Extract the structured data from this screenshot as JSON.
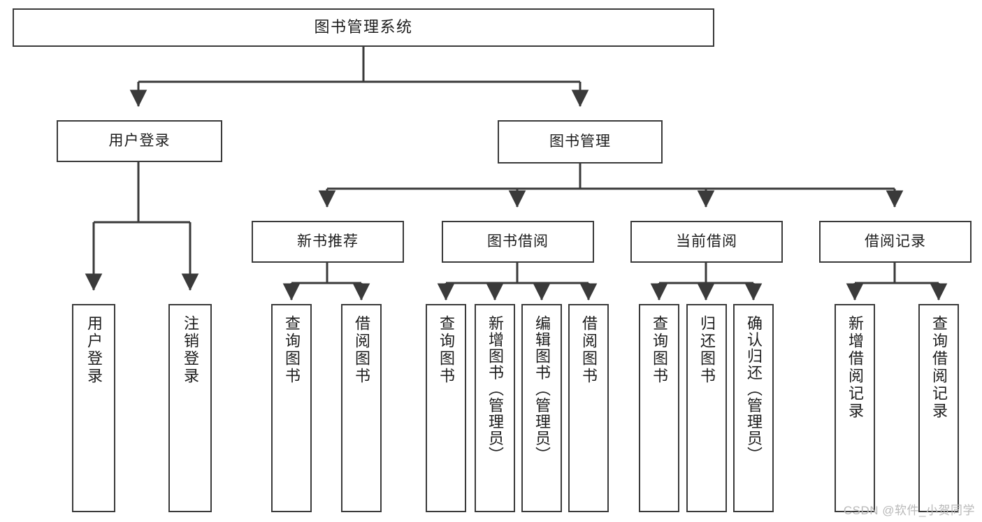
{
  "diagram": {
    "title": "图书管理系统",
    "type": "tree",
    "root": {
      "id": "root",
      "label": "图书管理系统"
    },
    "level1": [
      {
        "id": "user-login",
        "label": "用户登录"
      },
      {
        "id": "book-manage",
        "label": "图书管理"
      }
    ],
    "level2": [
      {
        "id": "new-book-recommend",
        "label": "新书推荐",
        "parent": "book-manage"
      },
      {
        "id": "book-borrow",
        "label": "图书借阅",
        "parent": "book-manage"
      },
      {
        "id": "current-borrow",
        "label": "当前借阅",
        "parent": "book-manage"
      },
      {
        "id": "borrow-record",
        "label": "借阅记录",
        "parent": "book-manage"
      }
    ],
    "leaves": [
      {
        "id": "leaf-user-login",
        "label": "用户登录",
        "parent": "user-login"
      },
      {
        "id": "leaf-logout-login",
        "label": "注销登录",
        "parent": "user-login"
      },
      {
        "id": "leaf-query-book-1",
        "label": "查询图书",
        "parent": "new-book-recommend"
      },
      {
        "id": "leaf-borrow-book-1",
        "label": "借阅图书",
        "parent": "new-book-recommend"
      },
      {
        "id": "leaf-query-book-2",
        "label": "查询图书",
        "parent": "book-borrow"
      },
      {
        "id": "leaf-add-book",
        "label": "新增图书（管理员）",
        "parent": "book-borrow"
      },
      {
        "id": "leaf-edit-book",
        "label": "编辑图书（管理员）",
        "parent": "book-borrow"
      },
      {
        "id": "leaf-borrow-book-2",
        "label": "借阅图书",
        "parent": "book-borrow"
      },
      {
        "id": "leaf-query-book-3",
        "label": "查询图书",
        "parent": "current-borrow"
      },
      {
        "id": "leaf-return-book",
        "label": "归还图书",
        "parent": "current-borrow"
      },
      {
        "id": "leaf-confirm-return",
        "label": "确认归还（管理员）",
        "parent": "current-borrow"
      },
      {
        "id": "leaf-add-record",
        "label": "新增借阅记录",
        "parent": "borrow-record"
      },
      {
        "id": "leaf-query-record",
        "label": "查询借阅记录",
        "parent": "borrow-record"
      }
    ],
    "colors": {
      "stroke": "#3a3a3a",
      "background": "#ffffff",
      "text": "#1c1c1c",
      "watermark": "#b9b9b9"
    }
  },
  "watermark": {
    "text": "CSDN @软件_小贺同学"
  }
}
